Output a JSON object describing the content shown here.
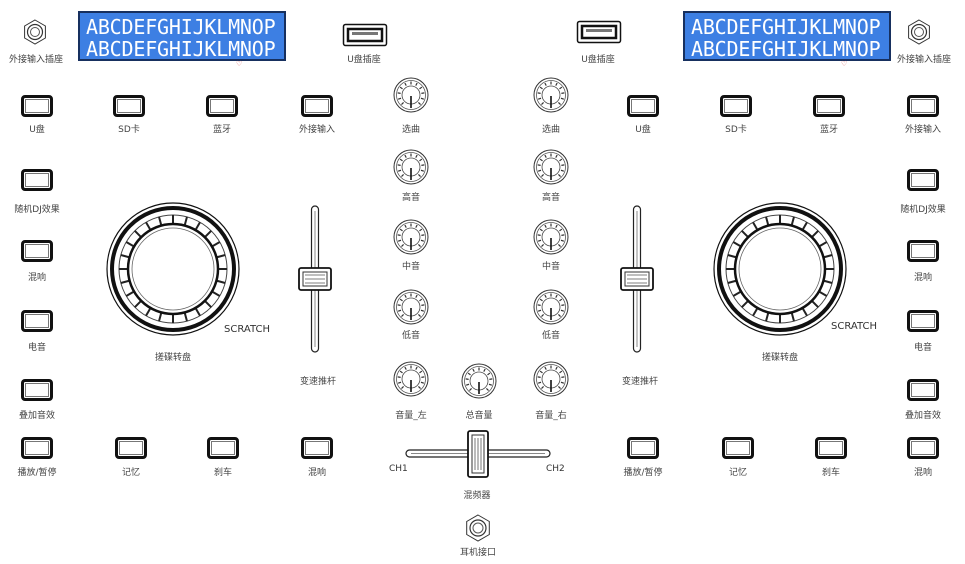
{
  "lcd": {
    "line1": "ABCDEFGHIJKLMNOP",
    "line2": "ABCDEFGHIJKLMNOP",
    "mark": "♡"
  },
  "left": {
    "aux_jack": "外接输入插座",
    "usb_port": "U盘插座",
    "source_buttons": [
      "U盘",
      "SD卡",
      "蓝牙",
      "外接输入"
    ],
    "side_buttons": [
      "随机DJ效果",
      "混响",
      "电音",
      "叠加音效"
    ],
    "bottom_buttons": [
      "播放/暂停",
      "记忆",
      "刹车",
      "混响"
    ],
    "jog_label": "搓碟转盘",
    "scratch_word": "SCRATCH",
    "pitch_label": "变速推杆"
  },
  "right": {
    "aux_jack": "外接输入插座",
    "usb_port": "U盘插座",
    "source_buttons": [
      "U盘",
      "SD卡",
      "蓝牙",
      "外接输入"
    ],
    "side_buttons": [
      "随机DJ效果",
      "混响",
      "电音",
      "叠加音效"
    ],
    "bottom_buttons": [
      "播放/暂停",
      "记忆",
      "刹车",
      "混响"
    ],
    "jog_label": "搓碟转盘",
    "scratch_word": "SCRATCH",
    "pitch_label": "变速推杆"
  },
  "mixer": {
    "knobs_left": [
      "选曲",
      "高音",
      "中音",
      "低音",
      "音量_左"
    ],
    "knobs_right": [
      "选曲",
      "高音",
      "中音",
      "低音",
      "音量_右"
    ],
    "master_volume": "总音量",
    "ch1": "CH1",
    "ch2": "CH2",
    "crossfader_label": "混频器",
    "headphone_label": "耳机接口"
  },
  "colors": {
    "lcd_background": "#3d7fe3",
    "lcd_text": "#ffffff",
    "outline": "#111111"
  }
}
